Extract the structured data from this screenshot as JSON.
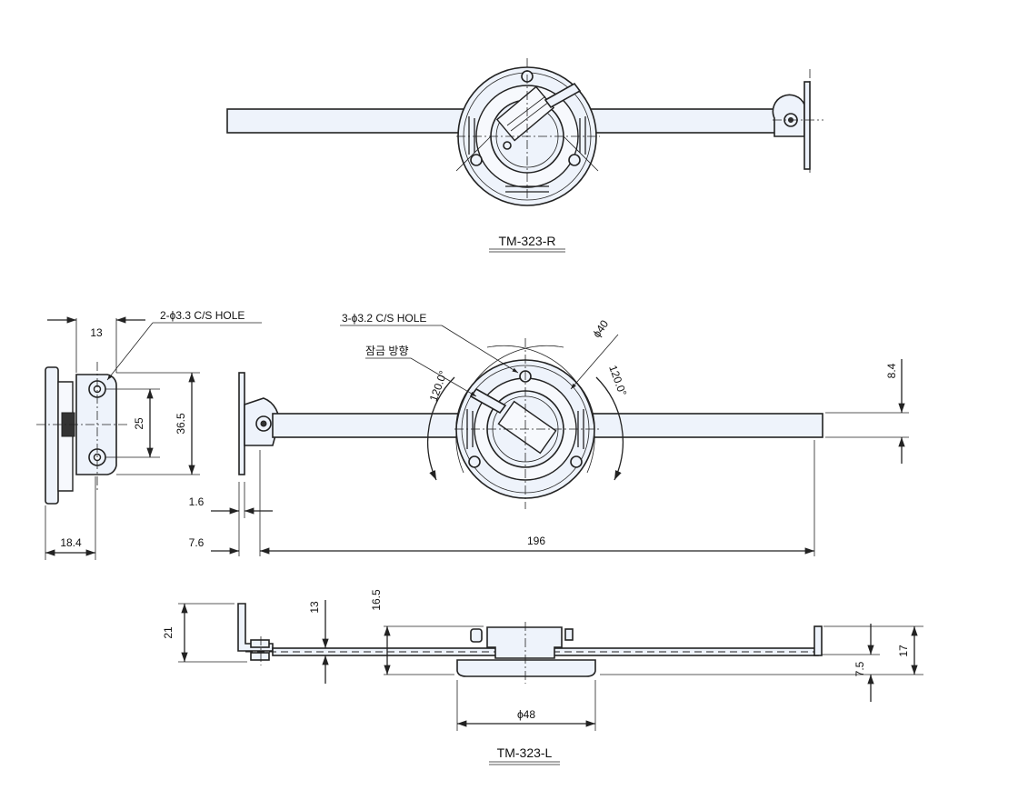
{
  "captions": {
    "top_view": "TM-323-R",
    "side_view": "TM-323-L"
  },
  "notes": {
    "hole_side": "2-ϕ3.3 C/S HOLE",
    "hole_front": "3-ϕ3.2 C/S HOLE",
    "lock_direction": "잠금 방향"
  },
  "dimensions": {
    "d13": "13",
    "d25": "25",
    "d36_5": "36.5",
    "d18_4": "18.4",
    "d1_6": "1.6",
    "d7_6": "7.6",
    "d196": "196",
    "d8_4": "8.4",
    "phi40": "ϕ40",
    "angle_left": "120.0°",
    "angle_right": "120.0°",
    "d21": "21",
    "d13_side": "13",
    "d16_5": "16.5",
    "d7_5": "7.5",
    "d17": "17",
    "phi48": "ϕ48"
  }
}
